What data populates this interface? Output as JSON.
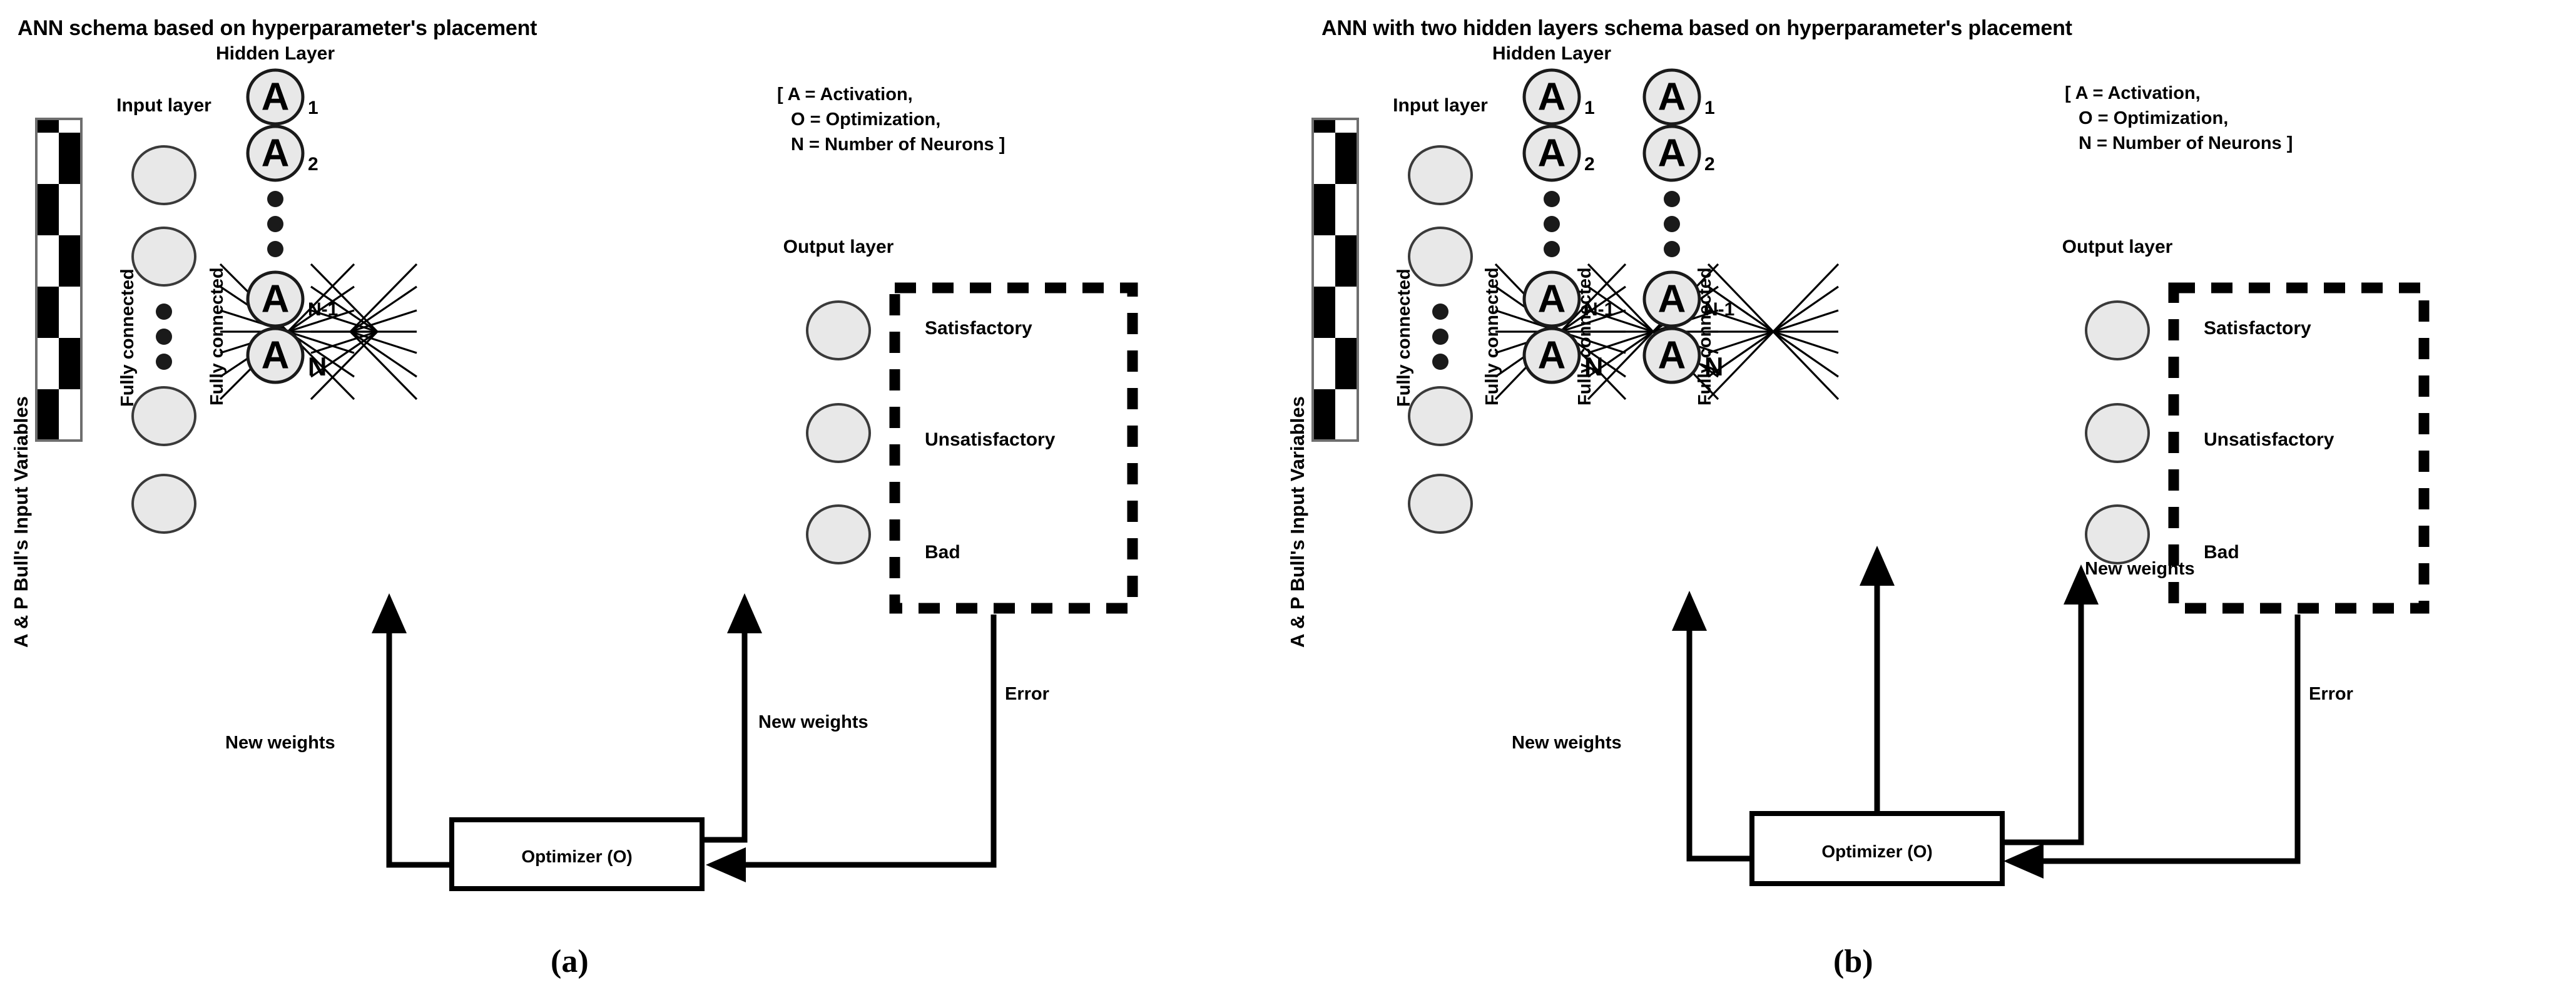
{
  "panels": [
    {
      "id": "a",
      "title": "ANN schema based on hyperparameter's placement",
      "caption": "(a)",
      "input_variables_label": "A & P Bull's Input Variables",
      "legend": {
        "line1": "[ A = Activation,",
        "line2": "O = Optimization,",
        "line3": "N = Number of Neurons ]"
      },
      "layer_labels": {
        "input": "Input layer",
        "hidden": "Hidden Layer",
        "output": "Output layer"
      },
      "fully_connected_label": "Fully connected",
      "hidden_layers": [
        {
          "neuron_glyph": "A",
          "subscripts": [
            "1",
            "2",
            "N-1",
            "N"
          ]
        }
      ],
      "output_classes": [
        "Satisfactory",
        "Unsatisfactory",
        "Bad"
      ],
      "optimizer_label": "Optimizer (O)",
      "new_weights_label": "New weights",
      "error_label": "Error",
      "input_neuron_count": 4,
      "output_neuron_count": 3,
      "fully_connected_count": 2,
      "new_weights_count": 2
    },
    {
      "id": "b",
      "title": "ANN with two hidden layers schema based on hyperparameter's placement",
      "caption": "(b)",
      "input_variables_label": "A & P Bull's Input Variables",
      "legend": {
        "line1": "[ A = Activation,",
        "line2": "O = Optimization,",
        "line3": "N = Number of Neurons ]"
      },
      "layer_labels": {
        "input": "Input layer",
        "hidden": "Hidden Layer",
        "output": "Output layer"
      },
      "fully_connected_label": "Fully connected",
      "hidden_layers": [
        {
          "neuron_glyph": "A",
          "subscripts": [
            "1",
            "2",
            "N-1",
            "N"
          ]
        },
        {
          "neuron_glyph": "A",
          "subscripts": [
            "1",
            "2",
            "N-1",
            "N"
          ]
        }
      ],
      "output_classes": [
        "Satisfactory",
        "Unsatisfactory",
        "Bad"
      ],
      "optimizer_label": "Optimizer (O)",
      "new_weights_label": "New weights",
      "error_label": "Error",
      "input_neuron_count": 4,
      "output_neuron_count": 3,
      "fully_connected_count": 3,
      "new_weights_count": 3
    }
  ],
  "colors": {
    "neuron_fill": "#e8e8e8",
    "neuron_stroke": "#3a3a3a",
    "line": "#000000",
    "background": "#ffffff",
    "bar_dark": "#000000",
    "bar_light": "#ffffff"
  }
}
